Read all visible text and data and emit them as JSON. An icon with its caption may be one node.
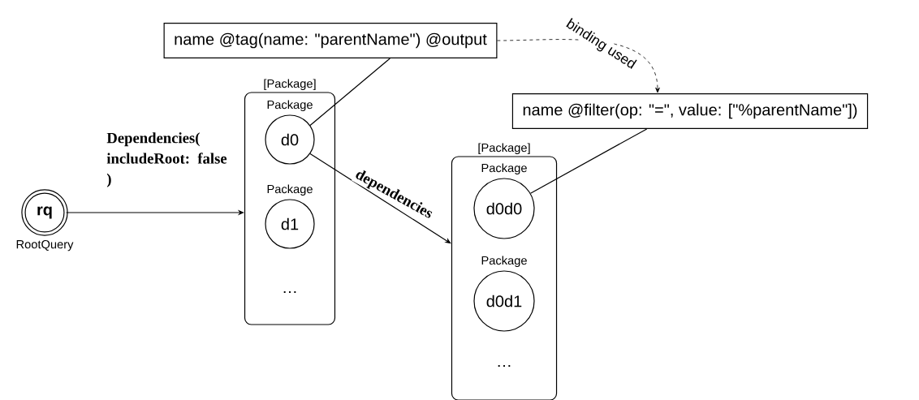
{
  "diagram": {
    "nodes": [
      {
        "text": [
          "rq"
        ],
        "beside": [
          "RootQuery"
        ]
      },
      {
        "text": [
          "[Package]",
          "…"
        ]
      },
      {
        "text": [
          "d0"
        ],
        "beside": [
          "Package"
        ],
        "in": 1
      },
      {
        "text": [
          "d1"
        ],
        "beside": [
          "Package"
        ],
        "in": 1
      },
      {
        "text": [
          "[Package]",
          "…"
        ]
      },
      {
        "text": [
          "d0d0"
        ],
        "beside": [
          "Package"
        ],
        "in": 4
      },
      {
        "text": [
          "d0d1"
        ],
        "beside": [
          "Package"
        ],
        "in": 4
      },
      {
        "text": [
          "name @tag(name: \"parentName\") @output"
        ]
      },
      {
        "text": [
          "name @filter(op: \"=\", value: [\"%parentName\"])"
        ]
      }
    ],
    "edges": [
      {
        "from": 0,
        "to": 1,
        "arrow": "to",
        "label": "Dependencies( includeRoot: false )"
      },
      {
        "from": 2,
        "to": 4,
        "arrow": "to",
        "label": "dependencies"
      },
      {
        "from": 7,
        "to": 2,
        "arrow": "none"
      },
      {
        "from": 8,
        "to": 5,
        "arrow": "none"
      },
      {
        "from": 7,
        "to": 8,
        "arrow": "to",
        "style": "dashed",
        "label": "binding used"
      }
    ]
  }
}
